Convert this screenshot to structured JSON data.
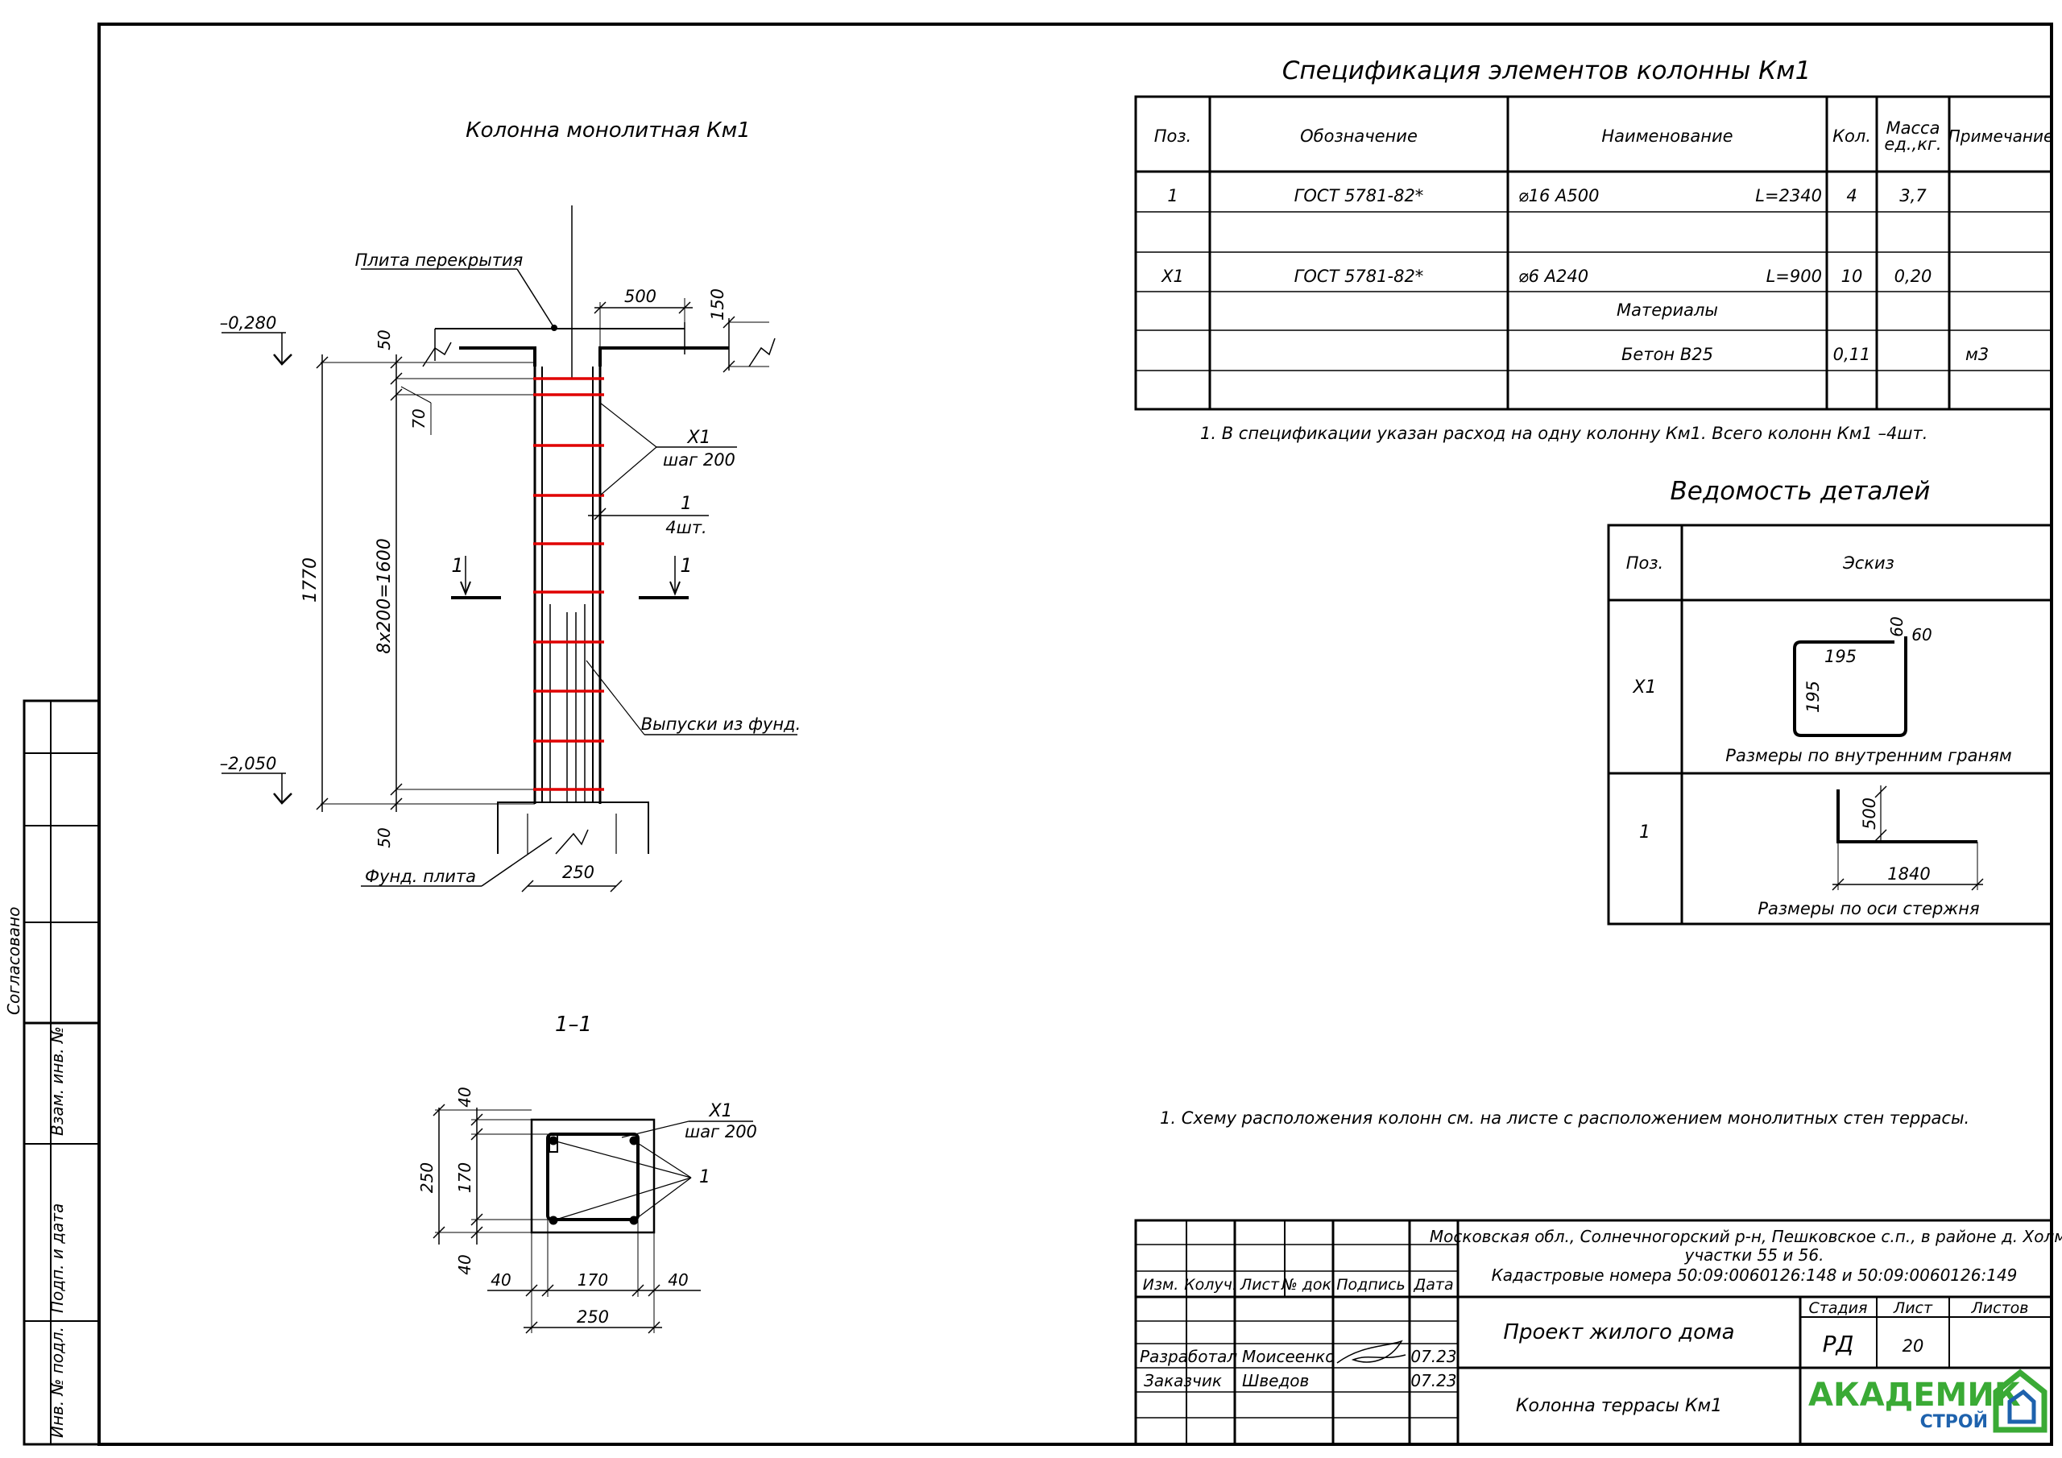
{
  "column_view": {
    "title": "Колонна монолитная Км1",
    "slab_label": "Плита перекрытия",
    "level_top": "–0,280",
    "level_bottom": "–2,050",
    "dim_total": "1770",
    "dim_spacing": "8х200=1600",
    "dim_top_offset": "50",
    "dim_first_step": "70",
    "dim_bottom_offset": "50",
    "dim_slab_width": "500",
    "dim_slab_height": "150",
    "dim_column_width": "250",
    "stirrup_pos": "Х1",
    "stirrup_step": "шаг 200",
    "bar_pos": "1",
    "bar_count": "4шт.",
    "section_mark": "1",
    "foundation_bars_label": "Выпуски из фунд.",
    "foundation_label": "Фунд. плита"
  },
  "section_view": {
    "title": "1–1",
    "stirrup_pos": "Х1",
    "stirrup_step": "шаг 200",
    "bar_pos": "1",
    "dim_v_top": "40",
    "dim_v_mid": "170",
    "dim_v_bottom": "40",
    "dim_v_total": "250",
    "dim_h_left": "40",
    "dim_h_mid": "170",
    "dim_h_right": "40",
    "dim_h_total": "250"
  },
  "spec": {
    "title": "Спецификация элементов колонны Км1",
    "headers": {
      "pos": "Поз.",
      "designation": "Обозначение",
      "name": "Наименование",
      "qty": "Кол.",
      "mass_line1": "Масса",
      "mass_line2": "ед.,кг.",
      "note": "Примечание"
    },
    "rows": [
      {
        "pos": "1",
        "designation": "ГОСТ 5781-82*",
        "name": "⌀16 A500",
        "length": "L=2340",
        "qty": "4",
        "mass": "3,7",
        "note": ""
      },
      {
        "pos": "Х1",
        "designation": "ГОСТ 5781-82*",
        "name": "⌀6 A240",
        "length": "L=900",
        "qty": "10",
        "mass": "0,20",
        "note": ""
      },
      {
        "pos": "",
        "designation": "",
        "name": "Материалы",
        "length": "",
        "qty": "",
        "mass": "",
        "note": ""
      },
      {
        "pos": "",
        "designation": "",
        "name": "Бетон В25",
        "length": "",
        "qty": "0,11",
        "mass": "",
        "note": "м3"
      }
    ],
    "footnote": "1. В спецификации указан расход на одну колонну Км1. Всего колонн Км1 –4шт."
  },
  "details": {
    "title": "Ведомость деталей",
    "headers": {
      "pos": "Поз.",
      "sketch": "Эскиз"
    },
    "x1": {
      "pos": "Х1",
      "dim_width": "195",
      "dim_height": "195",
      "dim_hook_a": "60",
      "dim_hook_b": "60",
      "caption": "Размеры по внутренним граням"
    },
    "bar1": {
      "pos": "1",
      "dim_vertical": "500",
      "dim_horizontal": "1840",
      "caption": "Размеры по оси стержня"
    }
  },
  "note_layout": "1. Схему расположения колонн см. на листе с расположением монолитных стен террасы.",
  "left_strip": {
    "agreed": "Согласовано",
    "inv_replace": "Взам. инв. №",
    "sign_date": "Подп. и дата",
    "inv_orig": "Инв. № подл."
  },
  "title_block": {
    "address_line1": "Московская обл., Солнечногорский р-н, Пешковское с.п., в районе д. Холмы",
    "address_line2": "участки 55 и 56.",
    "address_line3": "Кадастровые номера 50:09:0060126:148 и 50:09:0060126:149",
    "headers": [
      "Изм.",
      "Колуч.",
      "Лист",
      "№ док.",
      "Подпись",
      "Дата"
    ],
    "developed_role": "Разработал",
    "developed_name": "Моисеенко",
    "developed_date": "07.23",
    "customer_role": "Заказчик",
    "customer_name": "Шведов",
    "customer_date": "07.23",
    "project": "Проект жилого дома",
    "sheet_title": "Колонна террасы Км1",
    "stage_label": "Стадия",
    "sheet_label": "Лист",
    "sheets_label": "Листов",
    "stage": "РД",
    "sheet": "20",
    "sheets": "",
    "logo_main": "АКАДЕМИК",
    "logo_sub": "СТРОЙ",
    "colors": {
      "logo_blue": "#1e62ad",
      "logo_green": "#3aaa35",
      "rebar_red": "#e00000"
    }
  }
}
